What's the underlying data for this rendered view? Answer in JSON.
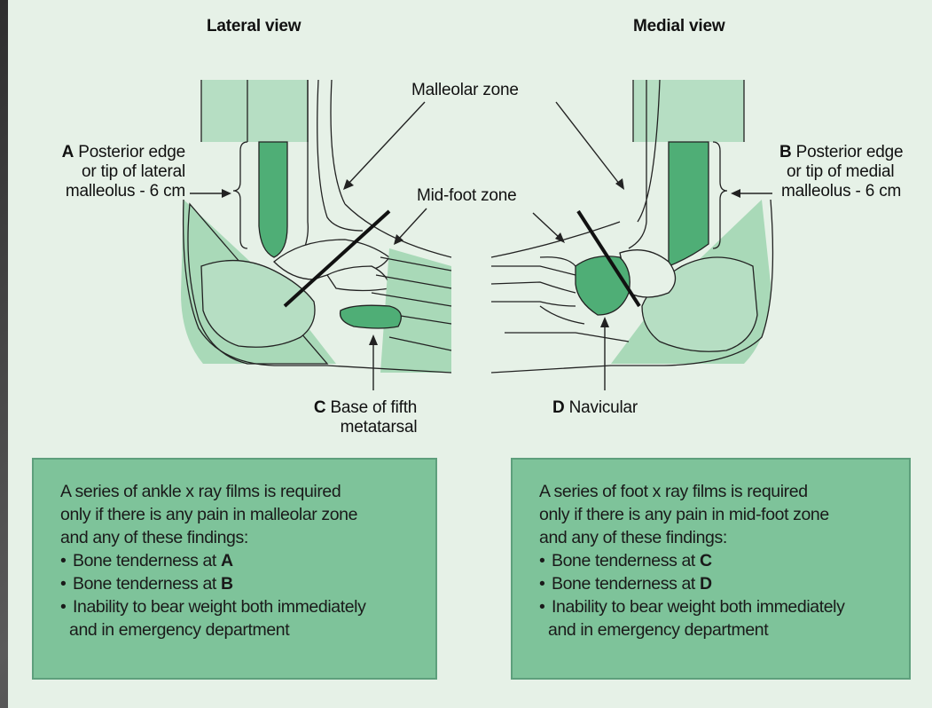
{
  "titles": {
    "lateral": "Lateral view",
    "medial": "Medial view"
  },
  "labels": {
    "malleolar_zone": "Malleolar zone",
    "midfoot_zone": "Mid-foot zone",
    "a_letter": "A",
    "a_line1": "Posterior edge",
    "a_line2": "or tip of lateral",
    "a_line3": "malleolus - 6 cm",
    "b_letter": "B",
    "b_line1": "Posterior edge",
    "b_line2": "or tip of medial",
    "b_line3": "malleolus - 6 cm",
    "c_letter": "C",
    "c_line1": "Base of fifth",
    "c_line2": "metatarsal",
    "d_letter": "D",
    "d_line1": "Navicular"
  },
  "ankle_box": {
    "line1": "A series of ankle x ray films is required",
    "line2": "only if there is any pain in malleolar zone",
    "line3": "and any of these findings:",
    "bullet_mark": "•",
    "b1_text": "Bone tenderness at ",
    "b1_letter": "A",
    "b2_text": "Bone tenderness at ",
    "b2_letter": "B",
    "b3_text": "Inability to bear weight both immediately",
    "b3_cont": "and in emergency department"
  },
  "foot_box": {
    "line1_pre": "A series of ",
    "line1_bold": "foot",
    "line1_post": " x ray films is required",
    "line2": "only if there is any pain in mid-foot zone",
    "line3": "and any of these findings:",
    "bullet_mark": "•",
    "b1_text": "Bone tenderness at ",
    "b1_letter": "C",
    "b2_text": "Bone tenderness at ",
    "b2_letter": "D",
    "b3_text": "Inability to bear weight both immediately",
    "b3_cont": "and in emergency department"
  },
  "colors": {
    "panel_bg": "#e6f1e7",
    "zone_fill": "#a9d9b8",
    "highlight_fill": "#4fae76",
    "box_fill": "#7ec39a",
    "outline": "#222222"
  }
}
